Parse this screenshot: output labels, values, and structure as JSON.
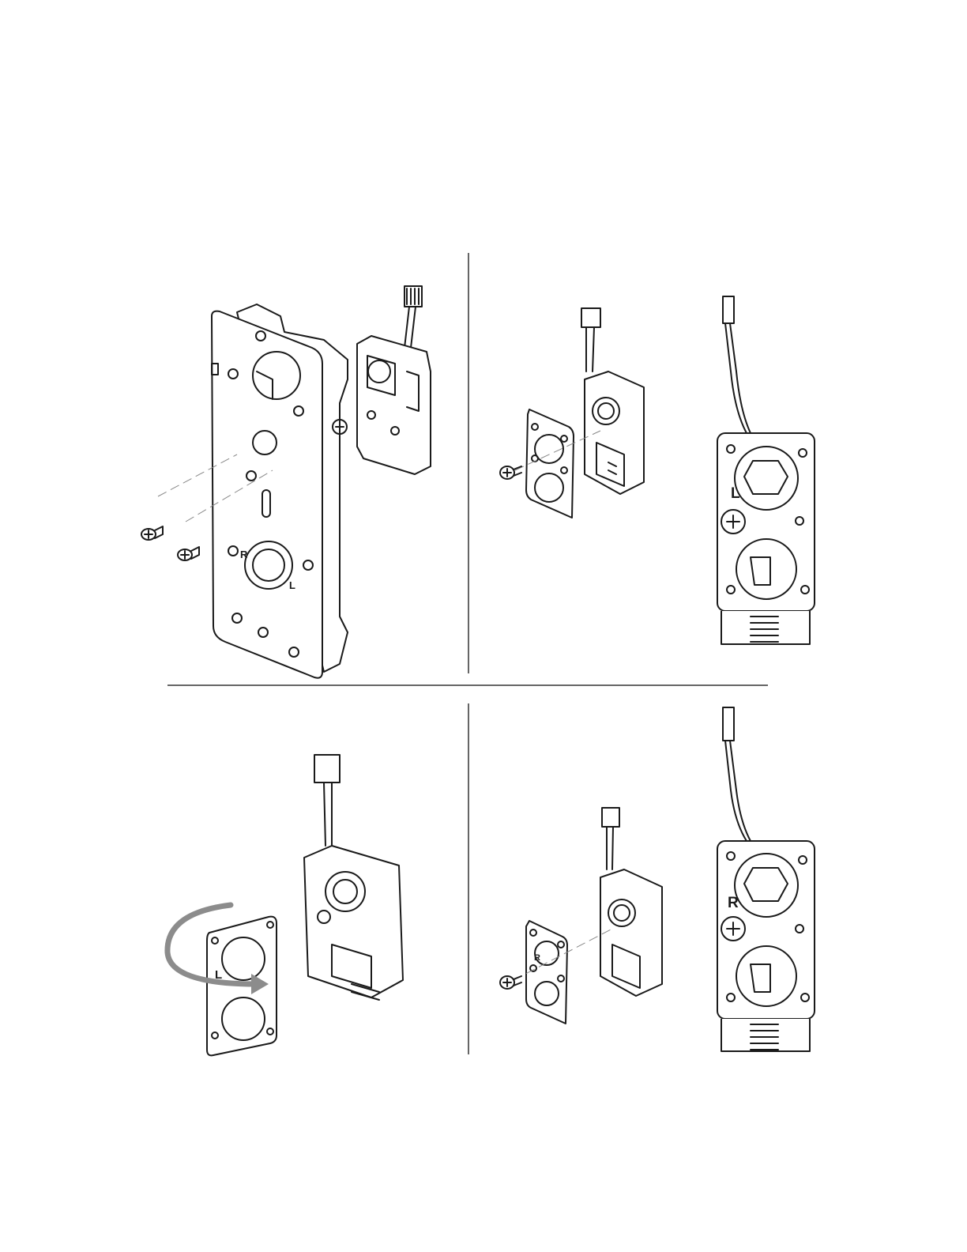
{
  "panel_1": {
    "chassis_labels": {
      "right": "R",
      "left": "L"
    }
  },
  "panel_2": {
    "hub_label": "L"
  },
  "panel_3": {
    "plate_label": "L"
  },
  "panel_4": {
    "plate_label": "R",
    "hub_label": "R"
  },
  "colors": {
    "line": "#1a1a1a",
    "rotate_arrow": "#8c8c8c",
    "divider": "#333333"
  }
}
